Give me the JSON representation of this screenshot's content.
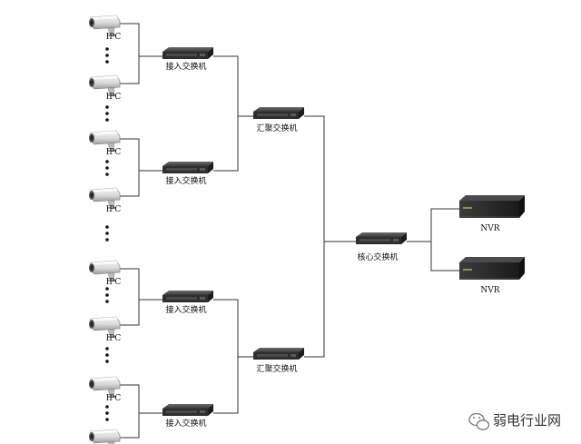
{
  "cameras": [
    {
      "label": "IPC"
    },
    {
      "label": "IPC"
    },
    {
      "label": "IPC"
    },
    {
      "label": "IPC"
    },
    {
      "label": "IPC"
    },
    {
      "label": "IPC"
    },
    {
      "label": "IPC"
    },
    {
      "label": ""
    }
  ],
  "access_switches": [
    {
      "label": "接入交换机"
    },
    {
      "label": "接入交换机"
    },
    {
      "label": "接入交换机"
    },
    {
      "label": "接入交换机"
    }
  ],
  "aggregation_switches": [
    {
      "label": "汇聚交换机"
    },
    {
      "label": "汇聚交换机"
    }
  ],
  "core_switch": {
    "label": "核心交换机"
  },
  "nvrs": [
    {
      "label": "NVR"
    },
    {
      "label": "NVR"
    }
  ],
  "watermark": {
    "text": "弱电行业网"
  }
}
